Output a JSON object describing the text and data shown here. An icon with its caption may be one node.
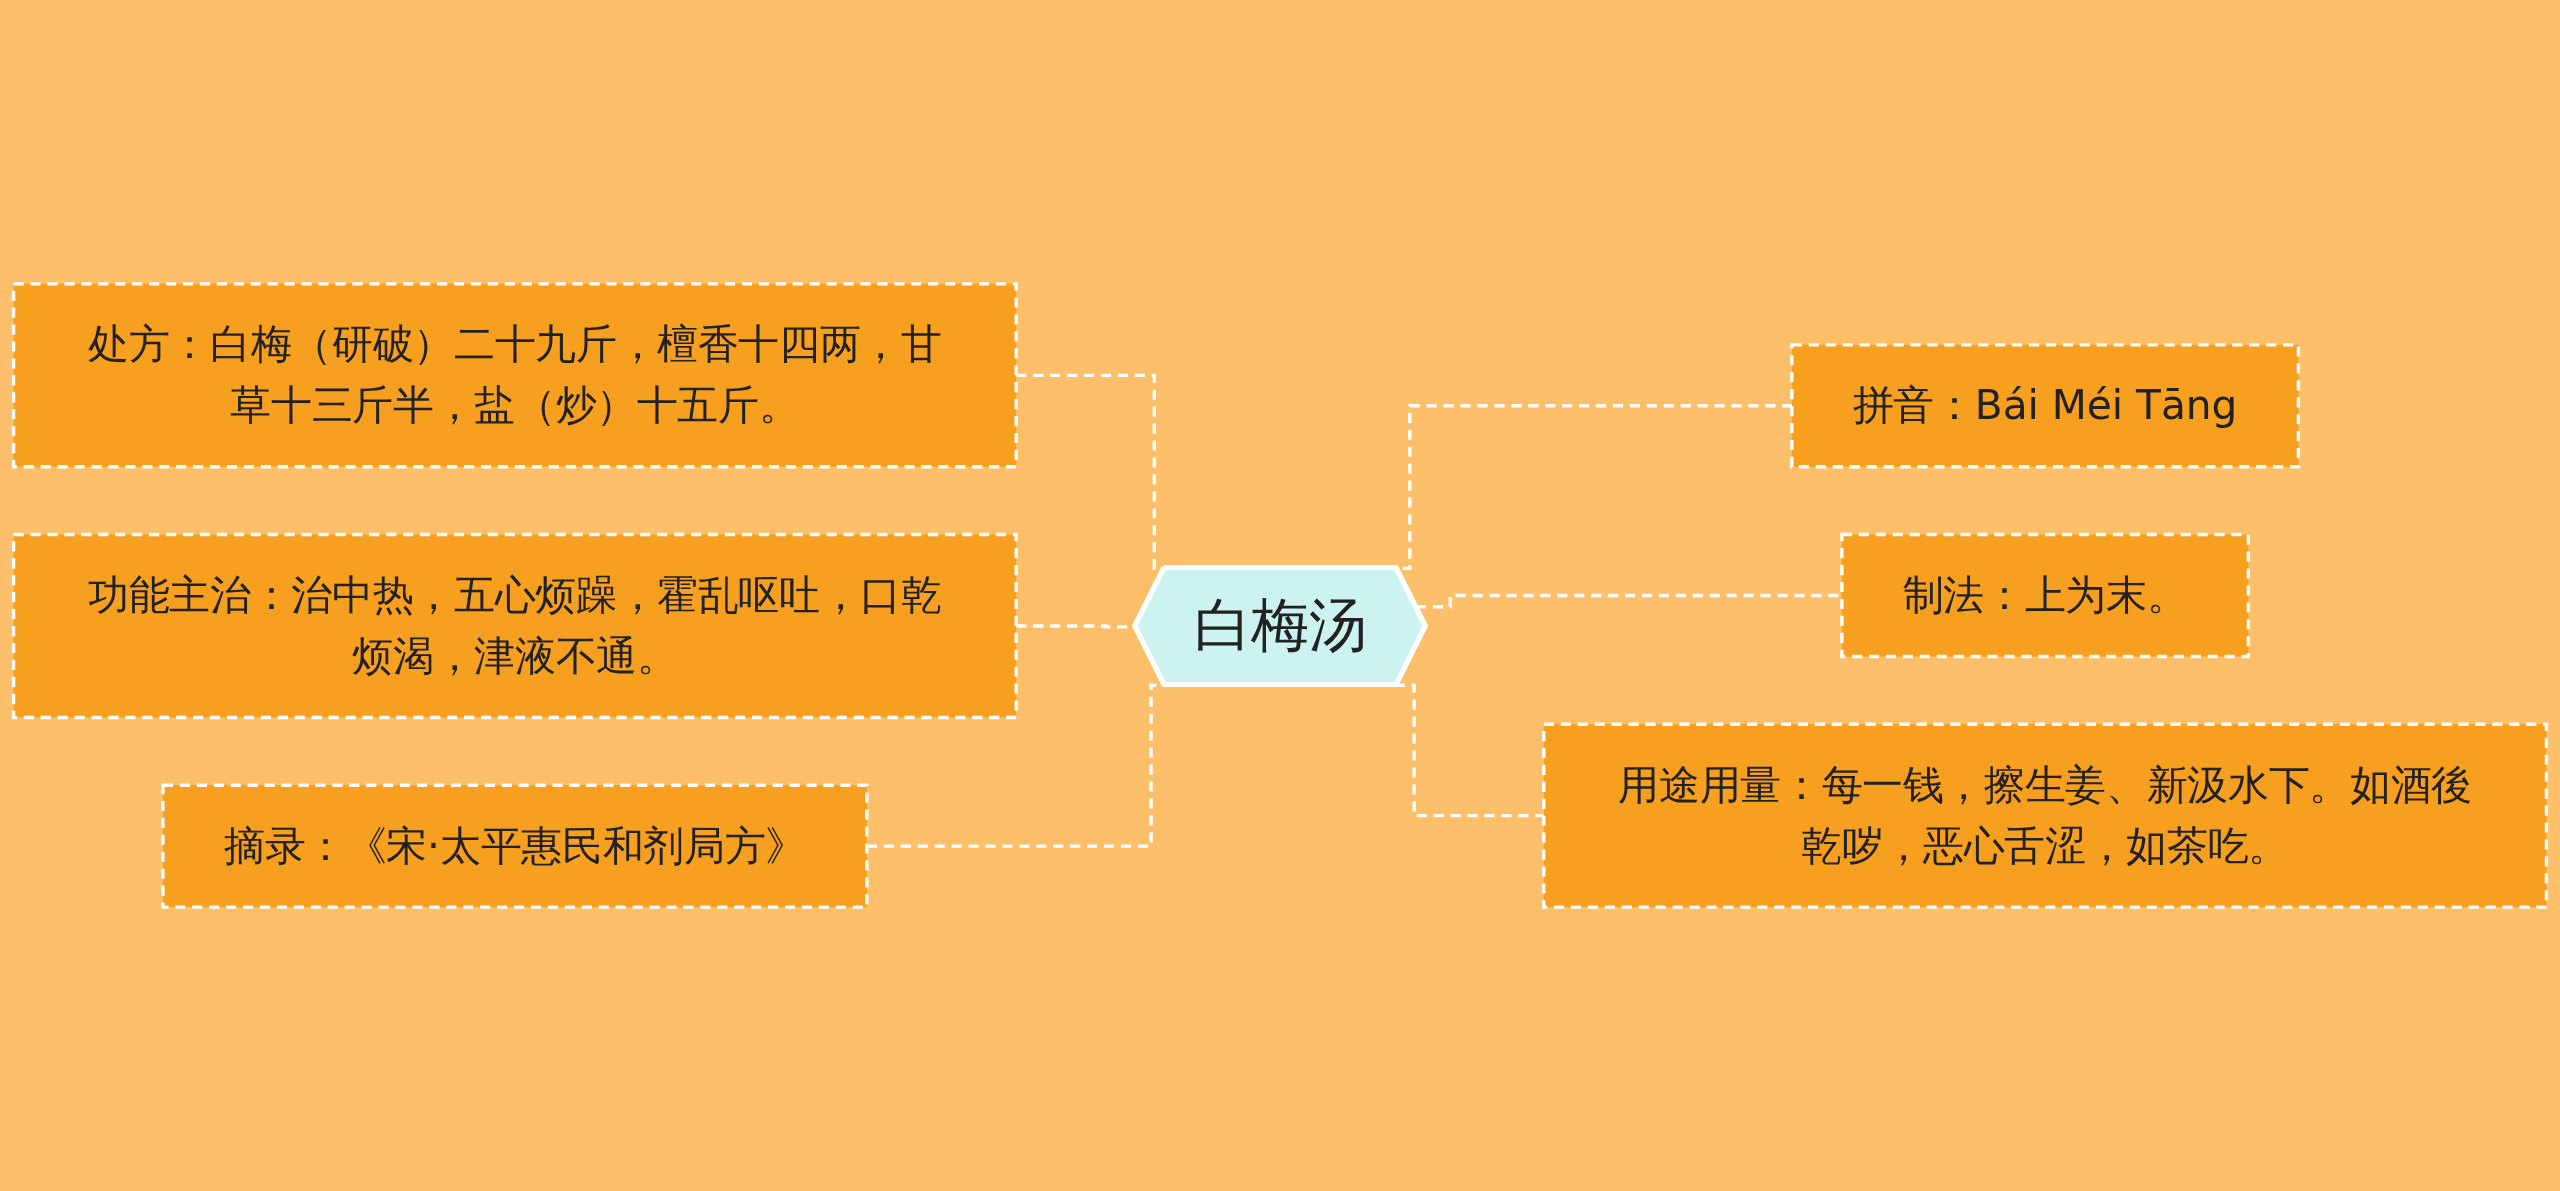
{
  "diagram": {
    "nodes": [
      {
        "text": [
          "白梅汤"
        ]
      },
      {
        "text": [
          "处方：白梅（研破）二十九斤，檀香十四两，甘草十三斤半，盐（炒）十五斤。"
        ]
      },
      {
        "text": [
          "功能主治：治中热，五心烦躁，霍乱呕吐，口乾烦渴，津液不通。"
        ]
      },
      {
        "text": [
          "摘录：《宋·太平惠民和剂局方》"
        ]
      },
      {
        "text": [
          "拼音：Bái Méi Tāng"
        ]
      },
      {
        "text": [
          "制法：上为末。"
        ]
      },
      {
        "text": [
          "用途用量：每一钱，擦生姜、新汲水下。如酒後乾哕，恶心舌涩，如茶吃。"
        ]
      }
    ],
    "edges": [
      {
        "from": 0,
        "to": 1,
        "arrow": "none",
        "style": "dashed"
      },
      {
        "from": 0,
        "to": 2,
        "arrow": "none",
        "style": "dashed"
      },
      {
        "from": 0,
        "to": 3,
        "arrow": "none",
        "style": "dashed"
      },
      {
        "from": 0,
        "to": 4,
        "arrow": "none",
        "style": "dashed"
      },
      {
        "from": 0,
        "to": 5,
        "arrow": "none",
        "style": "dashed"
      },
      {
        "from": 0,
        "to": 6,
        "arrow": "none",
        "style": "dashed"
      }
    ]
  }
}
